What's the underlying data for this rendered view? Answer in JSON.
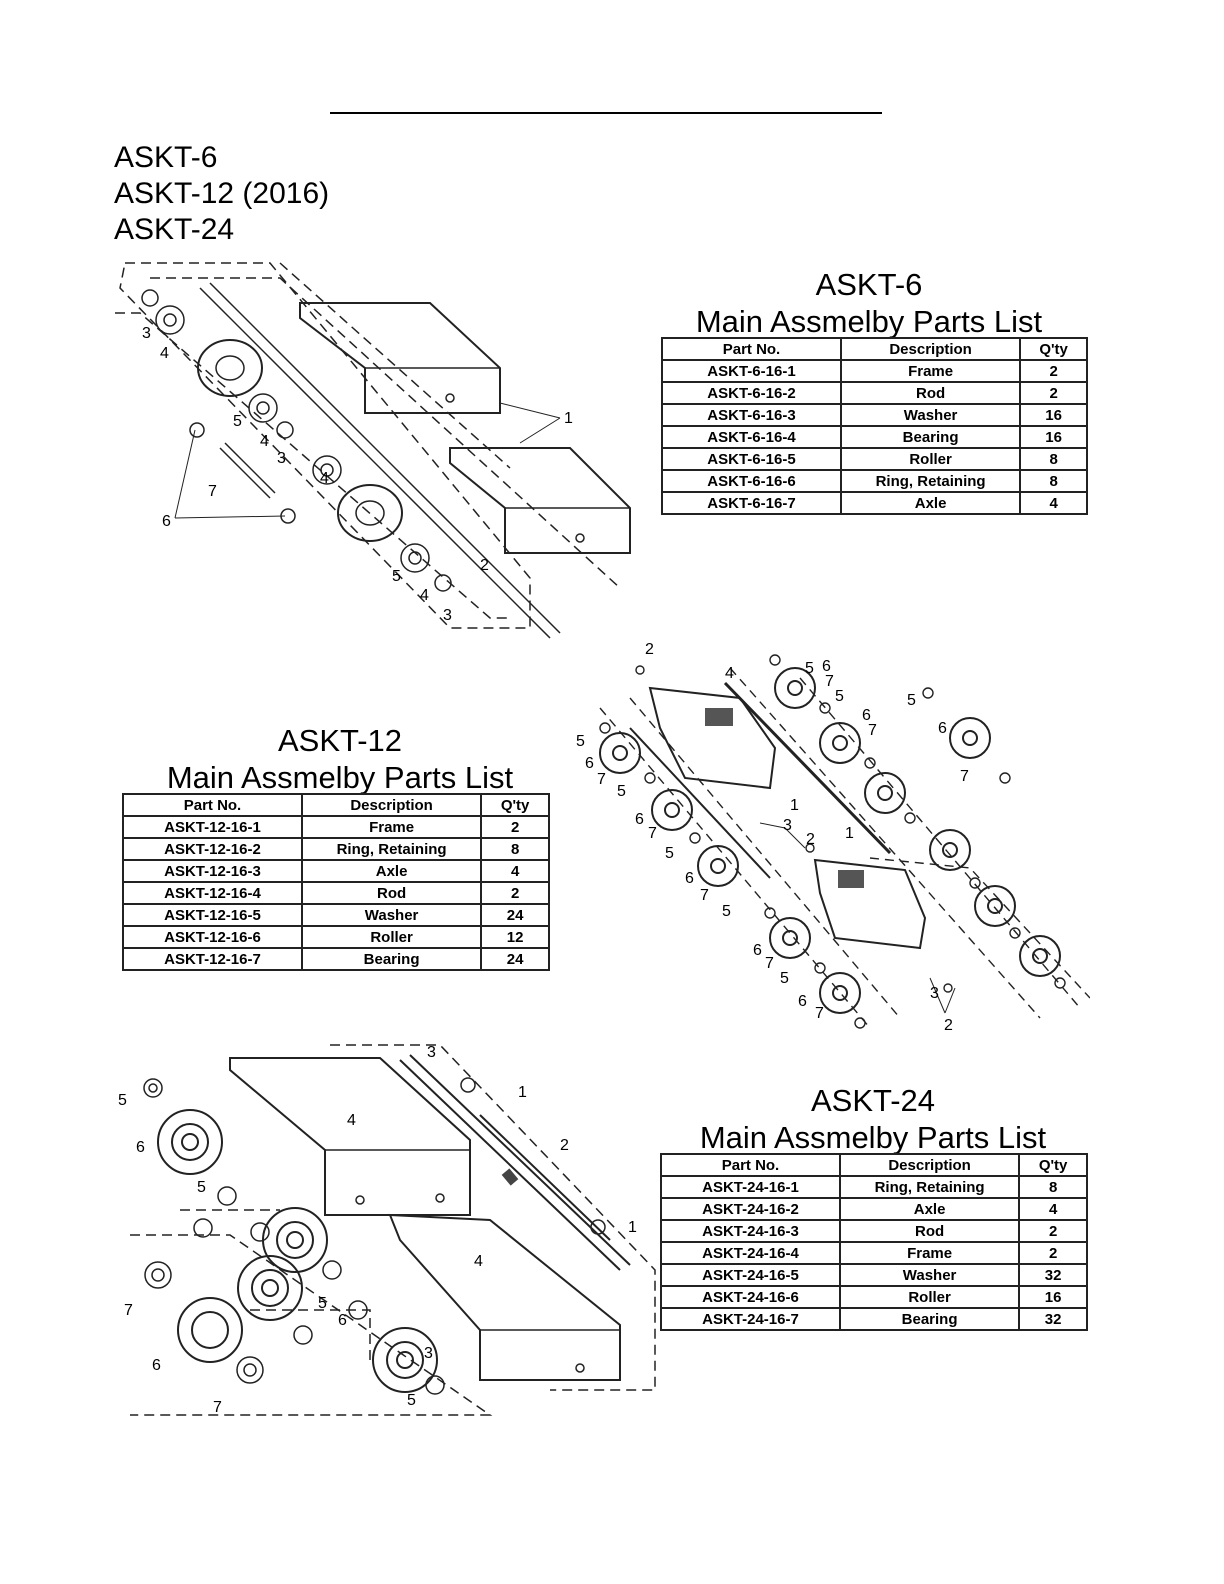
{
  "models": [
    "ASKT-6",
    "ASKT-12 (2016)",
    "ASKT-24"
  ],
  "blocks": [
    {
      "model": "ASKT-6",
      "title": "Main Assmelby Parts List",
      "headers": [
        "Part No.",
        "Description",
        "Q'ty"
      ],
      "rows": [
        [
          "ASKT-6-16-1",
          "Frame",
          "2"
        ],
        [
          "ASKT-6-16-2",
          "Rod",
          "2"
        ],
        [
          "ASKT-6-16-3",
          "Washer",
          "16"
        ],
        [
          "ASKT-6-16-4",
          "Bearing",
          "16"
        ],
        [
          "ASKT-6-16-5",
          "Roller",
          "8"
        ],
        [
          "ASKT-6-16-6",
          "Ring, Retaining",
          "8"
        ],
        [
          "ASKT-6-16-7",
          "Axle",
          "4"
        ]
      ]
    },
    {
      "model": "ASKT-12",
      "title": "Main Assmelby Parts List",
      "headers": [
        "Part No.",
        "Description",
        "Q'ty"
      ],
      "rows": [
        [
          "ASKT-12-16-1",
          "Frame",
          "2"
        ],
        [
          "ASKT-12-16-2",
          "Ring, Retaining",
          "8"
        ],
        [
          "ASKT-12-16-3",
          "Axle",
          "4"
        ],
        [
          "ASKT-12-16-4",
          "Rod",
          "2"
        ],
        [
          "ASKT-12-16-5",
          "Washer",
          "24"
        ],
        [
          "ASKT-12-16-6",
          "Roller",
          "12"
        ],
        [
          "ASKT-12-16-7",
          "Bearing",
          "24"
        ]
      ]
    },
    {
      "model": "ASKT-24",
      "title": "Main Assmelby Parts List",
      "headers": [
        "Part No.",
        "Description",
        "Q'ty"
      ],
      "rows": [
        [
          "ASKT-24-16-1",
          "Ring, Retaining",
          "8"
        ],
        [
          "ASKT-24-16-2",
          "Axle",
          "4"
        ],
        [
          "ASKT-24-16-3",
          "Rod",
          "2"
        ],
        [
          "ASKT-24-16-4",
          "Frame",
          "2"
        ],
        [
          "ASKT-24-16-5",
          "Washer",
          "32"
        ],
        [
          "ASKT-24-16-6",
          "Roller",
          "16"
        ],
        [
          "ASKT-24-16-7",
          "Bearing",
          "32"
        ]
      ]
    }
  ],
  "diagram_labels": {
    "askt6": [
      "3",
      "4",
      "5",
      "4",
      "3",
      "7",
      "6",
      "4",
      "1",
      "2",
      "5",
      "4",
      "3"
    ],
    "askt12": [
      "2",
      "4",
      "5",
      "6",
      "7",
      "5",
      "6",
      "7",
      "1",
      "3",
      "2",
      "1",
      "5",
      "6",
      "7",
      "5",
      "6",
      "7",
      "5",
      "6",
      "7",
      "5",
      "6",
      "7",
      "5",
      "6",
      "7",
      "5",
      "6",
      "7",
      "3",
      "2"
    ],
    "askt24": [
      "3",
      "1",
      "5",
      "6",
      "4",
      "2",
      "5",
      "1",
      "4",
      "7",
      "6",
      "7",
      "5",
      "6",
      "5"
    ]
  }
}
